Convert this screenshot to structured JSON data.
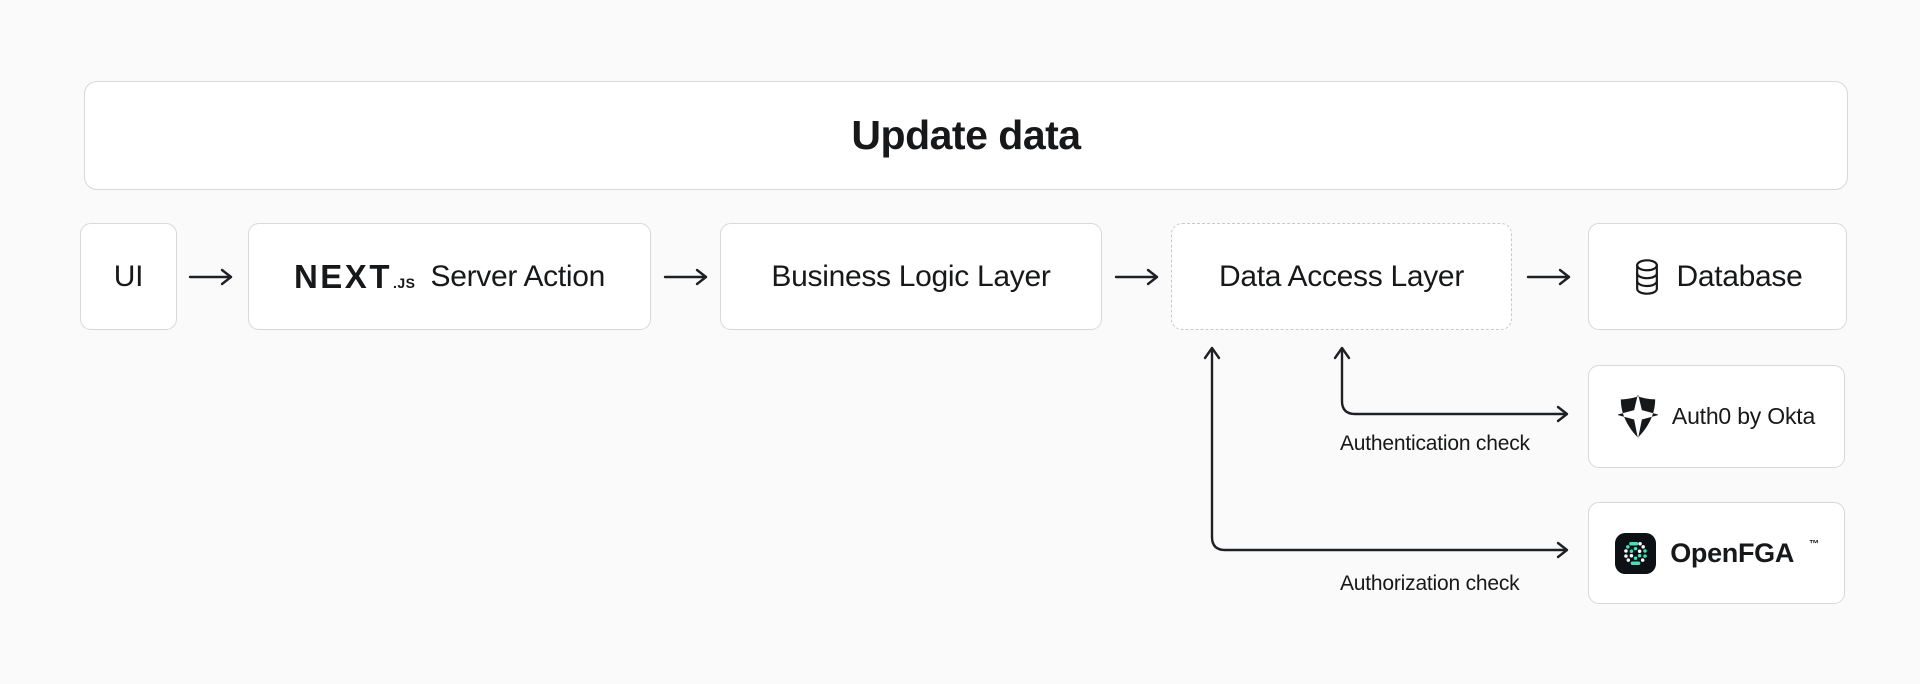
{
  "title": "Update data",
  "nodes": {
    "ui": {
      "label": "UI"
    },
    "server_action": {
      "label": "Server Action",
      "logo_word": "NEXT",
      "logo_suffix": ".JS",
      "icon": "nextjs-logo"
    },
    "business_logic": {
      "label": "Business Logic Layer"
    },
    "data_access": {
      "label": "Data Access Layer"
    },
    "database": {
      "label": "Database",
      "icon": "database-icon"
    },
    "auth0": {
      "label": "Auth0 by Okta",
      "icon": "auth0-shield-icon"
    },
    "openfga": {
      "label": "OpenFGA",
      "trademark": "™",
      "icon": "openfga-icon"
    }
  },
  "edges": {
    "authentication": {
      "label": "Authentication check"
    },
    "authorization": {
      "label": "Authorization check"
    }
  },
  "colors": {
    "page-bg": "#fafafa",
    "node-bg": "#ffffff",
    "node-border": "#d8d8d8",
    "dashed-border": "#c6c9cc",
    "text": "#17181a",
    "arrow": "#1f2023",
    "openfga-teal": "#45e0b8",
    "icon-black": "#0d1115"
  }
}
